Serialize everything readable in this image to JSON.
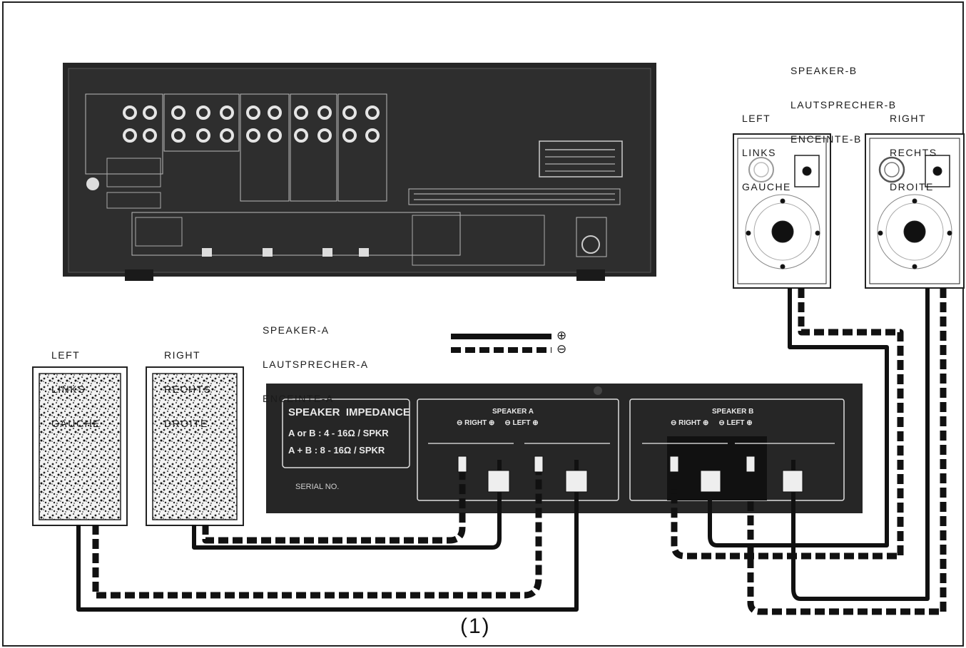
{
  "speaker_b": {
    "heading": [
      "SPEAKER-B",
      "LAUTSPRECHER-B",
      "ENCEINTE-B"
    ],
    "left": [
      "LEFT",
      "LINKS",
      "GAUCHE"
    ],
    "right": [
      "RIGHT",
      "RECHTS",
      "DROITE"
    ]
  },
  "speaker_a": {
    "heading": [
      "SPEAKER-A",
      "LAUTSPRECHER-A",
      "ENCEINTE-A"
    ],
    "left": [
      "LEFT",
      "LINKS",
      "GAUCHE"
    ],
    "right": [
      "RIGHT",
      "RECHTS",
      "DROITE"
    ]
  },
  "legend": {
    "solid_symbol": "⊕",
    "dashed_symbol": "⊖"
  },
  "terminal_panel": {
    "impedance_title": "SPEAKER  IMPEDANCE",
    "impedance_line1": "A or B : 4 - 16Ω / SPKR",
    "impedance_line2": "A + B : 8 - 16Ω / SPKR",
    "serial": "SERIAL NO.",
    "speaker_a_label": "SPEAKER A",
    "speaker_b_label": "SPEAKER B",
    "a_row": "⊖ RIGHT ⊕     ⊖ LEFT ⊕",
    "b_row": "⊖ RIGHT ⊕     ⊖ LEFT ⊕"
  },
  "caption": "(1)"
}
